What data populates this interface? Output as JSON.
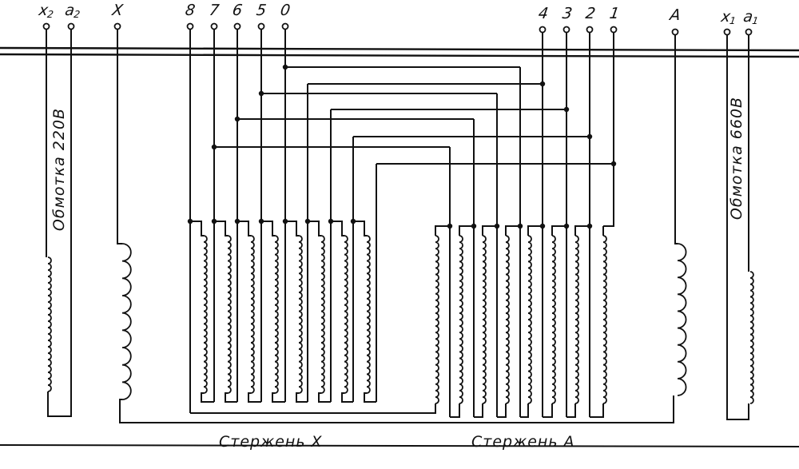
{
  "terminals": {
    "x2": {
      "main": "x",
      "sub": "2"
    },
    "a2": {
      "main": "a",
      "sub": "2"
    },
    "X": {
      "main": "X"
    },
    "t8": {
      "main": "8"
    },
    "t7": {
      "main": "7"
    },
    "t6": {
      "main": "6"
    },
    "t5": {
      "main": "5"
    },
    "t0": {
      "main": "0"
    },
    "t4": {
      "main": "4"
    },
    "t3": {
      "main": "3"
    },
    "t2": {
      "main": "2"
    },
    "t1": {
      "main": "1"
    },
    "A": {
      "main": "A"
    },
    "x1": {
      "main": "x",
      "sub": "1"
    },
    "a1": {
      "main": "a",
      "sub": "1"
    }
  },
  "windings": {
    "low": "Обмотка 220В",
    "high": "Обмотка 660В"
  },
  "cores": {
    "x": "Стержень X",
    "a": "Стержень A"
  },
  "colors": {
    "ink": "#111111",
    "paper": "#ffffff"
  }
}
